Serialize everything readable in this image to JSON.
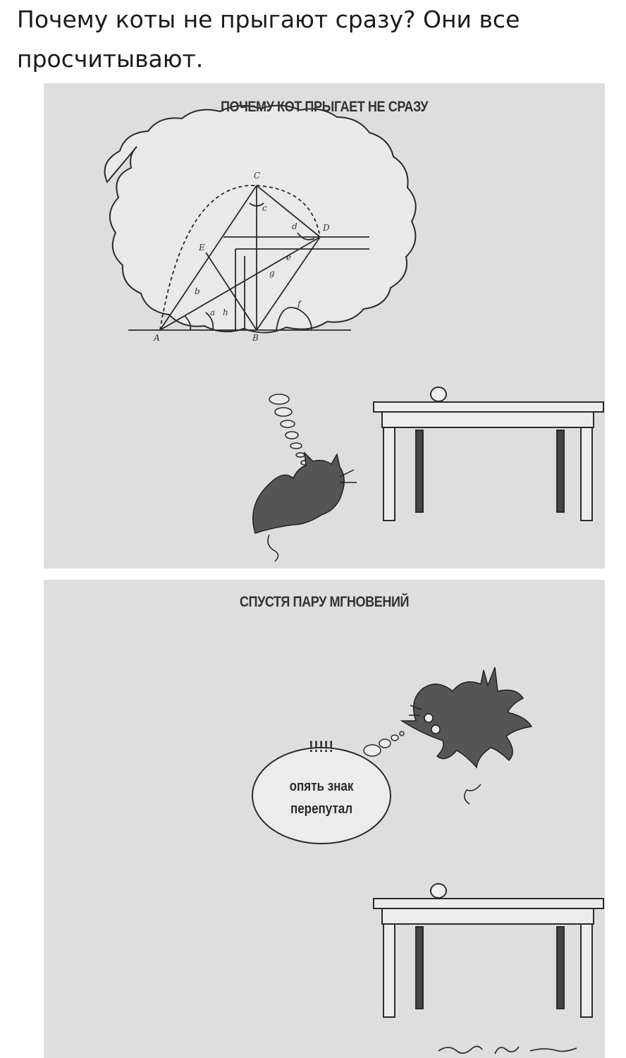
{
  "post": {
    "caption": "Почему коты не прыгают сразу? Они все просчитывают."
  },
  "panel1": {
    "heading": "ПОЧЕМУ КОТ ПРЫГАЕТ НЕ СРАЗУ",
    "geometry_labels": [
      "C",
      "D",
      "E",
      "A",
      "B",
      "c",
      "d",
      "e",
      "b",
      "g",
      "a",
      "h",
      "f"
    ]
  },
  "panel2": {
    "heading": "СПУСТЯ ПАРУ МГНОВЕНИЙ",
    "bubble": {
      "exclaim": "!!!!!",
      "line1": "опять знак",
      "line2": "перепутал"
    }
  },
  "colors": {
    "panel_bg": "#dedede",
    "ink": "#2b2b2b",
    "cat_fill": "#555555"
  }
}
